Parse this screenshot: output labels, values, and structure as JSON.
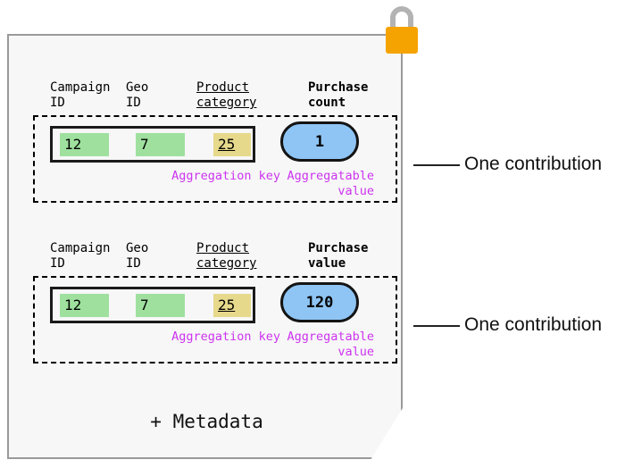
{
  "diagram": {
    "title_icon": "lock-icon",
    "colors": {
      "key_chip_green": "#9fe09f",
      "key_chip_yellow": "#e7d98c",
      "value_pill_blue": "#8fc5f4",
      "caption_purple": "#cc33ee",
      "lock_body_orange": "#f5a300",
      "lock_shackle_gray": "#b3b3b3",
      "panel_background": "#f7f7f7",
      "panel_border": "#9a9a9a"
    },
    "footer_note": "+ Metadata",
    "contributions": [
      {
        "headers": {
          "campaign_id": "Campaign\nID",
          "geo_id": "Geo\nID",
          "product_category": "Product\ncategory",
          "metric": "Purchase\ncount"
        },
        "key_values": {
          "campaign_id": "12",
          "geo_id": "7",
          "product_category": "25"
        },
        "aggregatable_value": "1",
        "key_caption": "Aggregation key",
        "value_caption": "Aggregatable\nvalue",
        "annotation": "One contribution"
      },
      {
        "headers": {
          "campaign_id": "Campaign\nID",
          "geo_id": "Geo\nID",
          "product_category": "Product\ncategory",
          "metric": "Purchase\nvalue"
        },
        "key_values": {
          "campaign_id": "12",
          "geo_id": "7",
          "product_category": "25"
        },
        "aggregatable_value": "120",
        "key_caption": "Aggregation key",
        "value_caption": "Aggregatable\nvalue",
        "annotation": "One contribution"
      }
    ]
  }
}
